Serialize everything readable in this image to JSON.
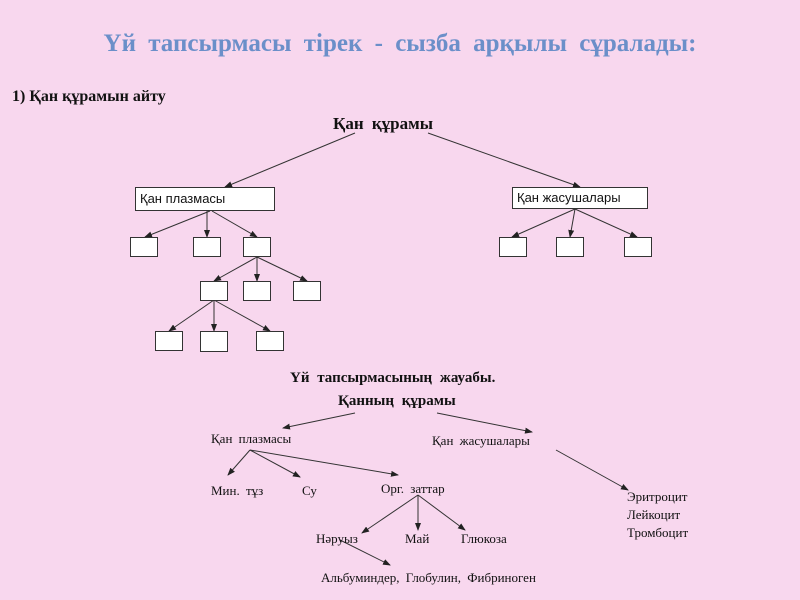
{
  "title": "Үй  тапсырмасы  тірек - сызба  арқылы  сұралады:",
  "task": "1) Қан құрамын айту",
  "schema": {
    "root": "Қан  құрамы",
    "left": "Қан плазмасы",
    "right": "Қан жасушалары"
  },
  "answer": {
    "heading": "Үй  тапсырмасының  жауабы.",
    "root": "Қанның  құрамы",
    "plasma": "Қан  плазмасы",
    "cells": "Қан  жасушалары",
    "min": "Мин. тұз",
    "water": "Су",
    "org": "Орг. заттар",
    "protein": "Нәруыз",
    "fat": "Май",
    "glucose": "Глюкоза",
    "proteins_list": "Альбуминдер,   Глобулин,  Фибриноген",
    "cell_types": [
      "Эритроцит",
      "Лейкоцит",
      "Тромбоцит"
    ]
  }
}
